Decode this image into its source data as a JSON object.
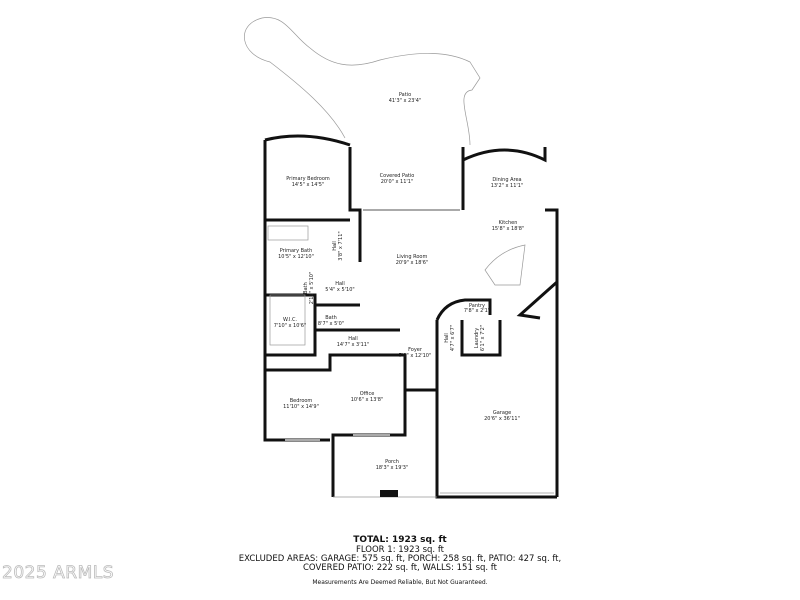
{
  "rooms": {
    "patio": {
      "name": "Patio",
      "dims": "41'3\" x 23'4\""
    },
    "primary_bedroom": {
      "name": "Primary Bedroom",
      "dims": "14'5\" x 14'5\""
    },
    "covered_patio": {
      "name": "Covered Patio",
      "dims": "20'0\" x 11'1\""
    },
    "dining_area": {
      "name": "Dining Area",
      "dims": "13'2\" x 11'1\""
    },
    "kitchen": {
      "name": "Kitchen",
      "dims": "15'8\" x 18'8\""
    },
    "primary_bath": {
      "name": "Primary Bath",
      "dims": "10'5\" x 12'10\""
    },
    "hall_a": {
      "name": "Hall",
      "dims": "3'8\" x 7'11\""
    },
    "bath_a": {
      "name": "Bath",
      "dims": "2'11\" x 5'10\""
    },
    "hall_b": {
      "name": "Hall",
      "dims": "5'4\" x 5'10\""
    },
    "living_room": {
      "name": "Living Room",
      "dims": "20'9\" x 18'6\""
    },
    "wic": {
      "name": "W.I.C.",
      "dims": "7'10\" x 10'6\""
    },
    "bath_b": {
      "name": "Bath",
      "dims": "8'7\" x 5'0\""
    },
    "hall_c": {
      "name": "Hall",
      "dims": "14'7\" x 3'11\""
    },
    "foyer": {
      "name": "Foyer",
      "dims": "7'0\" x 12'10\""
    },
    "hall_d": {
      "name": "Hall",
      "dims": "4'7\" x 6'7\""
    },
    "laundry": {
      "name": "Laundry",
      "dims": "6'1\" x 7'2\""
    },
    "pantry": {
      "name": "Pantry",
      "dims": "7'8\" x 2'1\""
    },
    "bedroom": {
      "name": "Bedroom",
      "dims": "11'10\" x 14'9\""
    },
    "office": {
      "name": "Office",
      "dims": "10'6\" x 13'8\""
    },
    "garage": {
      "name": "Garage",
      "dims": "20'6\" x 36'11\""
    },
    "porch": {
      "name": "Porch",
      "dims": "18'3\" x 19'3\""
    }
  },
  "summary": {
    "total": "TOTAL: 1923 sq. ft",
    "floor1": "FLOOR 1: 1923 sq. ft",
    "excluded_line1": "EXCLUDED AREAS: GARAGE: 575 sq. ft, PORCH: 258 sq. ft, PATIO: 427 sq. ft,",
    "excluded_line2": "COVERED PATIO: 222 sq. ft, WALLS: 151 sq. ft",
    "disclaimer": "Measurements Are Deemed Reliable, But Not Guaranteed."
  },
  "watermark": "2025 ARMLS"
}
